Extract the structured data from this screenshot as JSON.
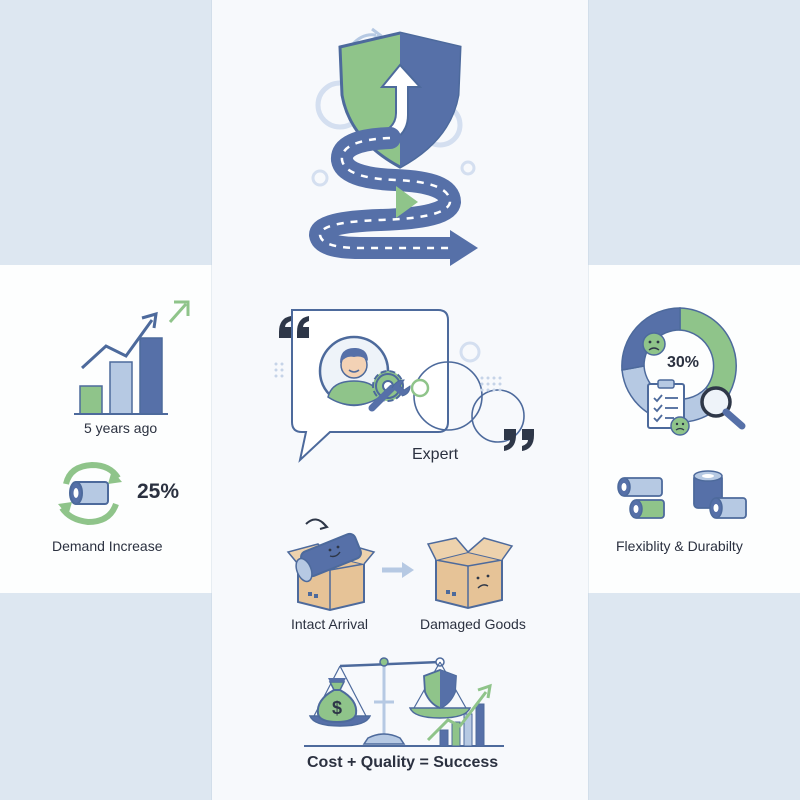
{
  "left_panel": {
    "growth_caption": "5 years ago",
    "demand_percent": "25%",
    "demand_caption": "Demand Increase"
  },
  "center_panel": {
    "expert_caption": "Expert",
    "intact_caption": "Intact Arrival",
    "damaged_caption": "Damaged Goods",
    "currency_symbol": "$",
    "equation_caption": "Cost + Quality = Success"
  },
  "right_panel": {
    "donut_percent": "30%",
    "properties_caption": "Flexiblity & Durabilty"
  },
  "colors": {
    "navy": "#5670a8",
    "green": "#8fc48a",
    "light_blue": "#b6c9e3",
    "tan": "#e6c397",
    "background": "#dde7f1"
  },
  "icons": [
    "shield-arrow-icon",
    "winding-road-icon",
    "growth-chart-icon",
    "recycle-pipe-icon",
    "quote-icon",
    "expert-avatar-icon",
    "gear-wrench-icon",
    "donut-chart-icon",
    "checklist-icon",
    "magnifier-icon",
    "pipe-rolls-icon",
    "happy-box-icon",
    "sad-box-icon",
    "balance-scale-icon",
    "money-bag-icon"
  ]
}
